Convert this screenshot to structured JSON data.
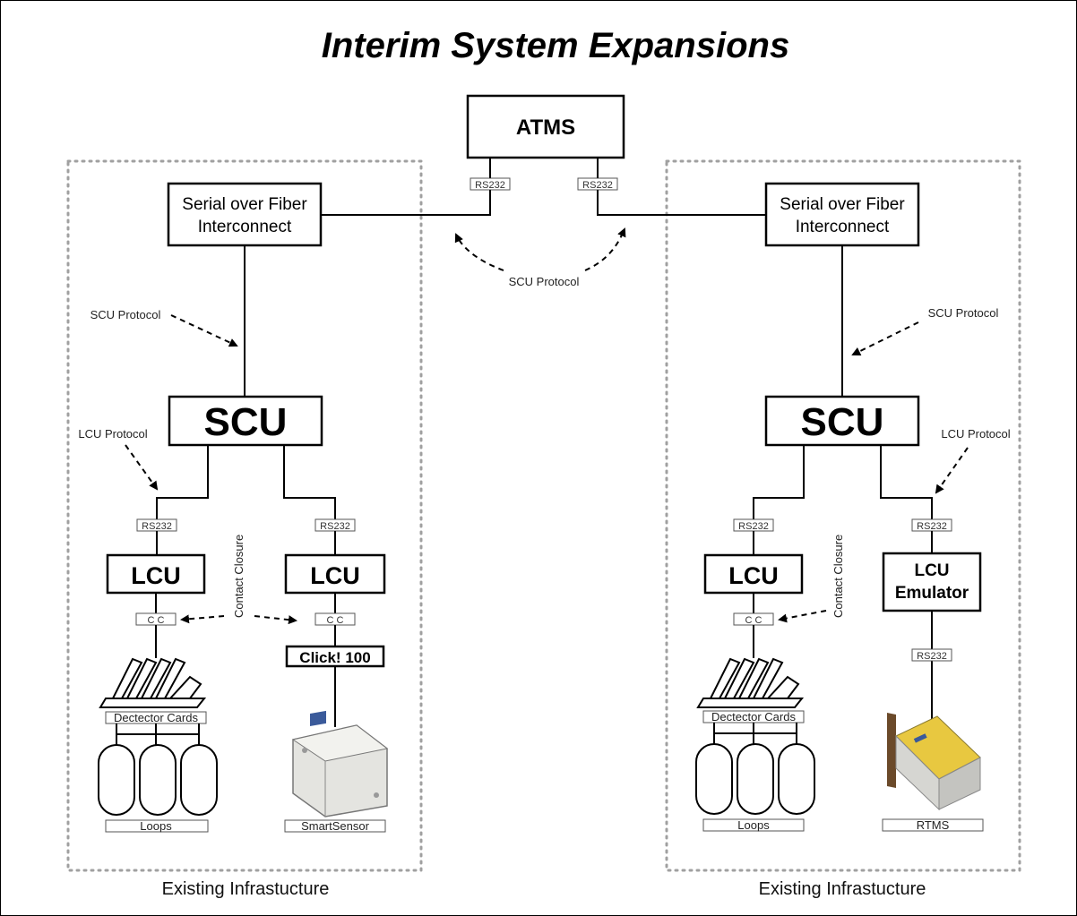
{
  "title": "Interim System Expansions",
  "atms": {
    "label": "ATMS",
    "port_left": "RS232",
    "port_right": "RS232"
  },
  "center_protocol": "SCU Protocol",
  "left": {
    "interconnect": [
      "Serial over Fiber",
      "Interconnect"
    ],
    "scu_protocol": "SCU Protocol",
    "scu": "SCU",
    "lcu_protocol": "LCU Protocol",
    "lcu1": {
      "port": "RS232",
      "label": "LCU",
      "cc": "C C"
    },
    "lcu2": {
      "port": "RS232",
      "label": "LCU",
      "cc": "C C"
    },
    "contact_closure": "Contact Closure",
    "click": "Click! 100",
    "detector_cards": "Dectector Cards",
    "loops": "Loops",
    "smartsensor": "SmartSensor",
    "infrastructure": "Existing Infrastucture"
  },
  "right": {
    "interconnect": [
      "Serial over Fiber",
      "Interconnect"
    ],
    "scu_protocol": "SCU Protocol",
    "scu": "SCU",
    "lcu_protocol": "LCU Protocol",
    "lcu": {
      "port": "RS232",
      "label": "LCU",
      "cc": "C C"
    },
    "emulator": {
      "port": "RS232",
      "label": [
        "LCU",
        "Emulator"
      ],
      "port_out": "RS232"
    },
    "contact_closure": "Contact Closure",
    "detector_cards": "Dectector Cards",
    "loops": "Loops",
    "rtms": "RTMS",
    "infrastructure": "Existing Infrastucture"
  },
  "colors": {
    "line": "#000000",
    "region_border": "#a0a0a0",
    "sensor_body": "#e4e4e0",
    "rtms_accent": "#e8c840"
  }
}
